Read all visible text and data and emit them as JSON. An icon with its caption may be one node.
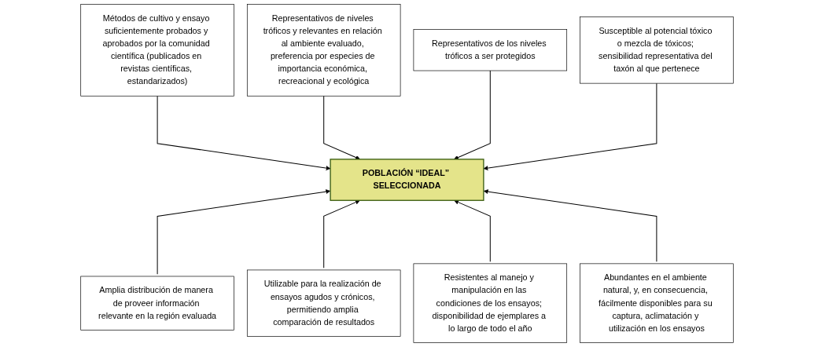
{
  "diagram": {
    "nodes": [
      {
        "text": [
          "Métodos de cultivo y ensayo suficientemente probados y aprobados por la comunidad científica (publicados en revistas científicas, estandarizados)"
        ]
      },
      {
        "text": [
          "Representativos de niveles tróficos y relevantes en relación al ambiente evaluado, preferencia por especies de importancia económica, recreacional y ecológica"
        ]
      },
      {
        "text": [
          "Representativos de los niveles tróficos a ser protegidos"
        ]
      },
      {
        "text": [
          "Susceptible al potencial tóxico o mezcla de tóxicos; sensibilidad representativa del taxón al que pertenece"
        ]
      },
      {
        "text": [
          "POBLACIÓN “IDEAL” SELECCIONADA"
        ]
      },
      {
        "text": [
          "Amplia distribución de manera de proveer información relevante en la región evaluada"
        ]
      },
      {
        "text": [
          "Utilizable para la realización de ensayos agudos y crónicos, permitiendo amplia comparación de resultados"
        ]
      },
      {
        "text": [
          "Resistentes al manejo y manipulación en las condiciones de los ensayos; disponibilidad de ejemplares a lo largo de todo el año"
        ]
      },
      {
        "text": [
          "Abundantes en el ambiente natural, y, en consecuencia, fácilmente disponibles para su captura, aclimatación y utilización en los ensayos"
        ]
      }
    ],
    "edges": [
      {
        "from": 0,
        "to": 4,
        "arrow": "to"
      },
      {
        "from": 1,
        "to": 4,
        "arrow": "to"
      },
      {
        "from": 2,
        "to": 4,
        "arrow": "to"
      },
      {
        "from": 3,
        "to": 4,
        "arrow": "to"
      },
      {
        "from": 5,
        "to": 4,
        "arrow": "to"
      },
      {
        "from": 6,
        "to": 4,
        "arrow": "to"
      },
      {
        "from": 7,
        "to": 4,
        "arrow": "to"
      },
      {
        "from": 8,
        "to": 4,
        "arrow": "to"
      }
    ]
  }
}
